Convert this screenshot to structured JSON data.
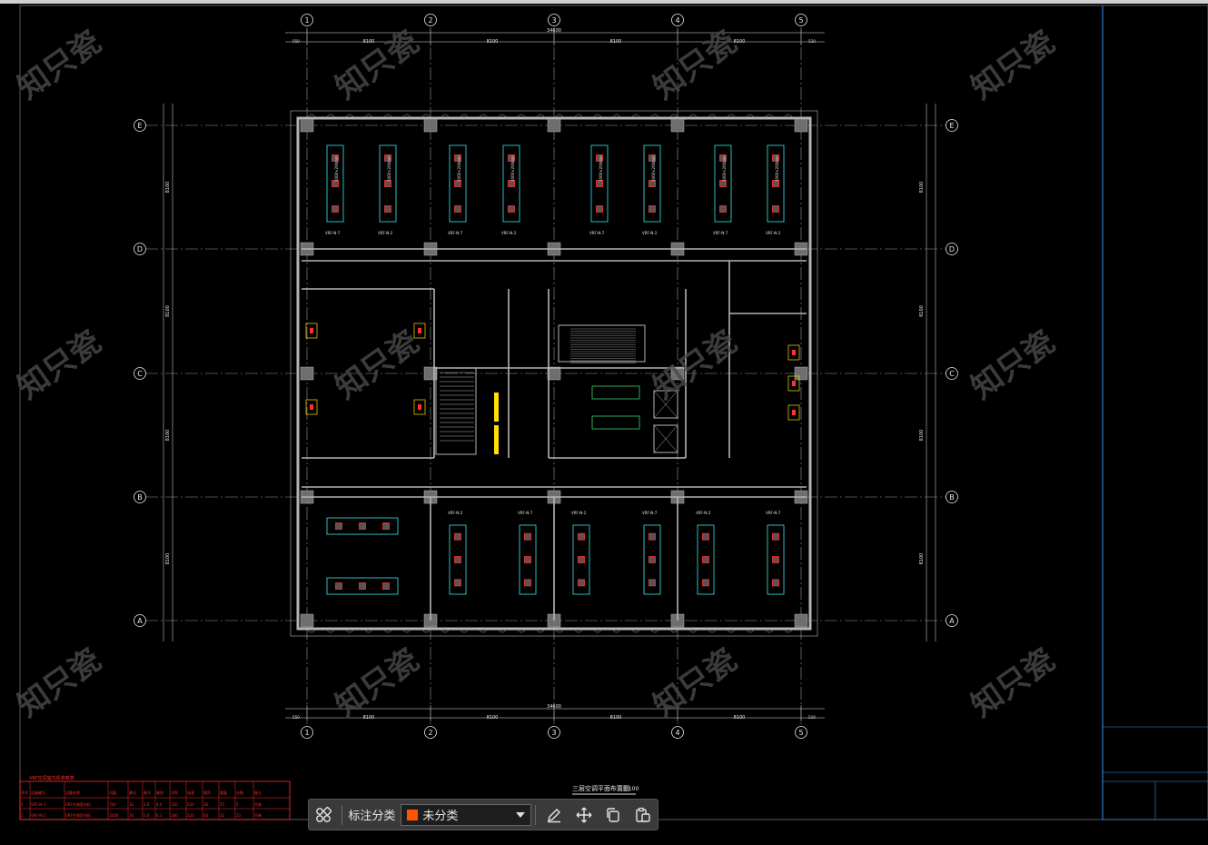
{
  "drawing": {
    "grid_cols": [
      "1",
      "2",
      "3",
      "4",
      "5"
    ],
    "grid_rows": [
      "E",
      "D",
      "C",
      "B",
      "A"
    ],
    "total_dim_label": "34600",
    "bay_dims": [
      "8100",
      "8100",
      "8100",
      "8100"
    ],
    "edge_dims": [
      "550",
      "510"
    ],
    "row_dims": [
      "8100",
      "8100",
      "8100",
      "8100"
    ],
    "sheet_title": "三层空调平面布置图",
    "scale": "1:100",
    "watermark": "知只瓷",
    "duct_sizes": [
      "1000×200mm",
      "1000×200mm",
      "1000×200mm",
      "1000×200mm",
      "1000×200mm"
    ],
    "unit_labels": [
      "VRF-N-7",
      "VRF-N-2",
      "VRF-N-7",
      "VRF-N-2"
    ],
    "colors": {
      "wall": "#b4b4b4",
      "grid": "#9a9a9a",
      "duct": "#2fd0d6",
      "unit": "#ff3030",
      "label": "#e8e8e8",
      "yellow": "#ffe000",
      "table": "#ff2a2a",
      "frame": "#3a8cff"
    }
  },
  "table": {
    "title": "VRF空调室内机参数表",
    "headers": [
      "序号",
      "设备编号",
      "设备名称",
      "风量",
      "静压",
      "制冷",
      "制热",
      "功率",
      "电源",
      "噪声",
      "重量",
      "台数",
      "备注"
    ],
    "rows": [
      [
        "1",
        "VRF-N-1",
        "VRF空调室内机",
        "700",
        "30",
        "3.6",
        "4.0",
        "120",
        "220",
        "36",
        "25",
        "2",
        "吊装"
      ],
      [
        "2",
        "VRF-N-2",
        "VRF空调室内机",
        "1000",
        "30",
        "5.6",
        "6.3",
        "180",
        "220",
        "40",
        "32",
        "23",
        "吊装"
      ]
    ]
  },
  "toolbar": {
    "category_label": "标注分类",
    "selected_category": "未分类",
    "category_color": "#ff5500"
  }
}
